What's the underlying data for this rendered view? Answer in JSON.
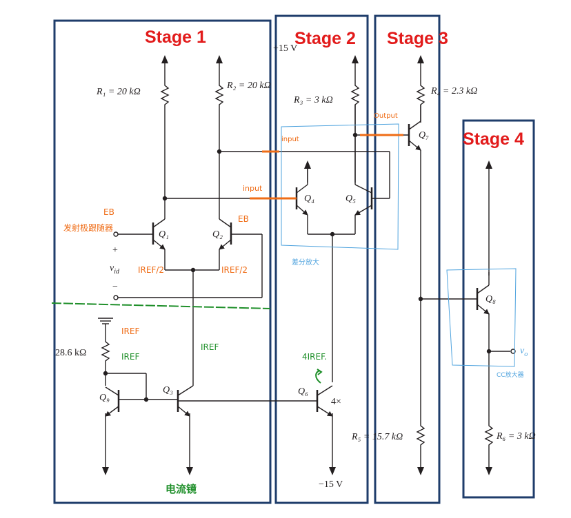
{
  "stages": [
    {
      "label": "Stage 1"
    },
    {
      "label": "Stage 2"
    },
    {
      "label": "Stage 3"
    },
    {
      "label": "Stage 4"
    }
  ],
  "supplies": {
    "positive": "+15 V",
    "negative": "−15 V"
  },
  "resistors": {
    "r1": "R₁ = 20 kΩ",
    "r2": "R₂ = 20 kΩ",
    "r3": "R₃ = 3 kΩ",
    "r4": "R₄ = 2.3 kΩ",
    "r5": "R₅ = 15.7 kΩ",
    "r6": "R₆ = 3 kΩ",
    "rbias": "28.6 kΩ"
  },
  "transistors": {
    "q1": "Q₁",
    "q2": "Q₂",
    "q3": "Q₃",
    "q4": "Q₄",
    "q5": "Q₅",
    "q6": "Q₆",
    "q7": "Q₇",
    "q8": "Q₈",
    "q9": "Q₉"
  },
  "ports": {
    "input_plus": "+",
    "input_vid": "v",
    "input_vid_sub": "id",
    "input_minus": "−",
    "output": "v",
    "output_sub": "o"
  },
  "multiplier": "4×",
  "annotations": {
    "eb_left": "EB",
    "eb_left_cn": "发射极跟随器",
    "eb_right": "EB",
    "iref_half_left": "IREF/2",
    "iref_half_right": "IREF/2",
    "iref_top": "IREF",
    "iref_q9": "IREF",
    "iref_q3": "IREF",
    "iref_4x": "4IREF.",
    "current_mirror": "电流镜",
    "input_1": "input",
    "input_2": "input",
    "output": "Output",
    "diff_amp": "差分放大",
    "cc_amp": "CC放大器"
  },
  "colors": {
    "ink": "#231f20",
    "stage_box": "#1f3d6b",
    "stage_title": "#e21b1b",
    "note_orange": "#ef6c16",
    "note_green": "#1f8f2a",
    "note_blue": "#4fa3de"
  }
}
